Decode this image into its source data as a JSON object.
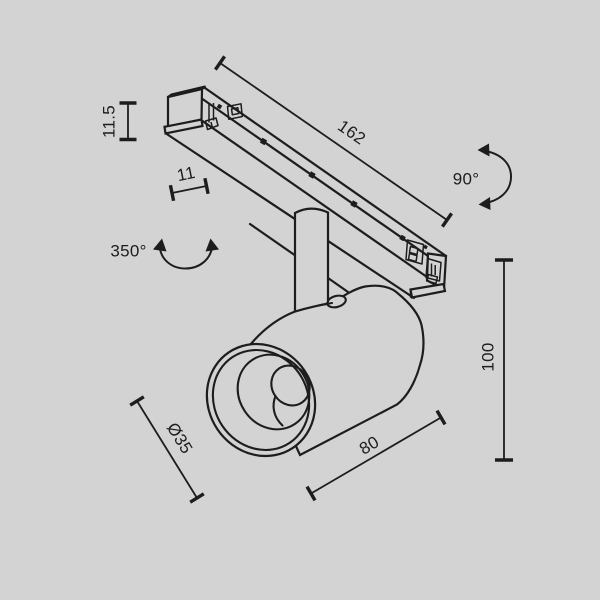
{
  "colors": {
    "background": "#d3d3d3",
    "line": "#1d1d1d"
  },
  "drawing": {
    "type": "technical-dimension-drawing",
    "subject": "magnetic-track-spotlight",
    "labels": {
      "rail_length": "162",
      "cap_height": "11.5",
      "rail_width": "11",
      "swivel_angle": "350°",
      "tilt_angle": "90°",
      "overall_height": "100",
      "body_length": "80",
      "body_diameter": "Ø35"
    }
  }
}
